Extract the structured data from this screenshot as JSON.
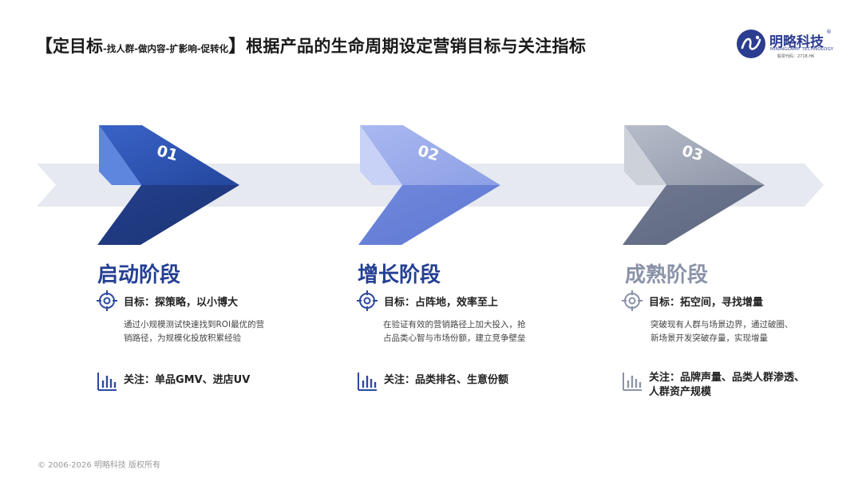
{
  "header": {
    "bracket_open": "【",
    "lead": "定目标",
    "sub": "-找人群-做内容-扩影响-促转化",
    "bracket_close": "】",
    "main": "根据产品的生命周期设定营销目标与关注指标"
  },
  "logo": {
    "name": "明略科技",
    "registered": "®",
    "english": "MININGLAMP TECHNOLOGY",
    "code": "股票代码：2718.HK"
  },
  "stages": [
    {
      "number": "01",
      "title": "启动阶段",
      "goal": "目标：探策略，以小博大",
      "description": "通过小规模测试快速找到ROI最优的营销路径，为规模化投放积累经验",
      "focus": "关注：单品GMV、进店UV",
      "title_color": "#243f94",
      "icon_color": "#2d4a9e"
    },
    {
      "number": "02",
      "title": "增长阶段",
      "goal": "目标：占阵地，效率至上",
      "description": "在验证有效的营销路径上加大投入，抢占品类心智与市场份额，建立竞争壁垒",
      "focus": "关注：品类排名、生意份额",
      "title_color": "#243f94",
      "icon_color": "#2d4a9e"
    },
    {
      "number": "03",
      "title": "成熟阶段",
      "goal": "目标：拓空间，寻找增量",
      "description": "突破现有人群与场景边界，通过破圈、新场景开发突破存量，实现增量",
      "focus": "关注：品牌声量、品类人群渗透、人群资产规模",
      "title_color": "#8a93a8",
      "icon_color": "#8a93a8"
    }
  ],
  "footer": "© 2006-2026 明略科技 版权所有"
}
